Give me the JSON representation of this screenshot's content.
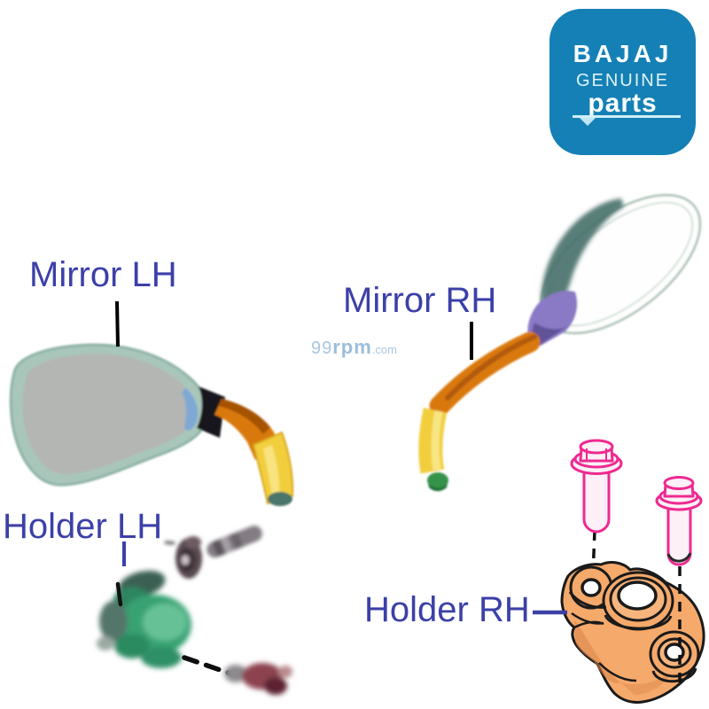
{
  "logo": {
    "brand": "BAJAJ",
    "line1": "GENUINE",
    "line2": "parts"
  },
  "watermark": {
    "part1": "99",
    "part2": "rpm",
    "part3": ".com"
  },
  "labels": {
    "mirror_lh": "Mirror LH",
    "mirror_rh": "Mirror RH",
    "holder_lh": "Holder LH",
    "holder_rh": "Holder RH"
  },
  "colors": {
    "label_color": "#3c40a8",
    "logo_blue": "#1580b5",
    "watermark_color": "#a9c6e0",
    "mirror_face": "#b4b6b4",
    "mirror_rim": "#a9c6bb",
    "arm_orange": "#d9790f",
    "stem_yellow": "#f2ce3e",
    "tip_green": "#35934a",
    "joint_purple": "#8a79c4",
    "holder_green": "#37a273",
    "bracket_orange": "#f5a96b",
    "bolt_pink": "#ee2a90"
  }
}
